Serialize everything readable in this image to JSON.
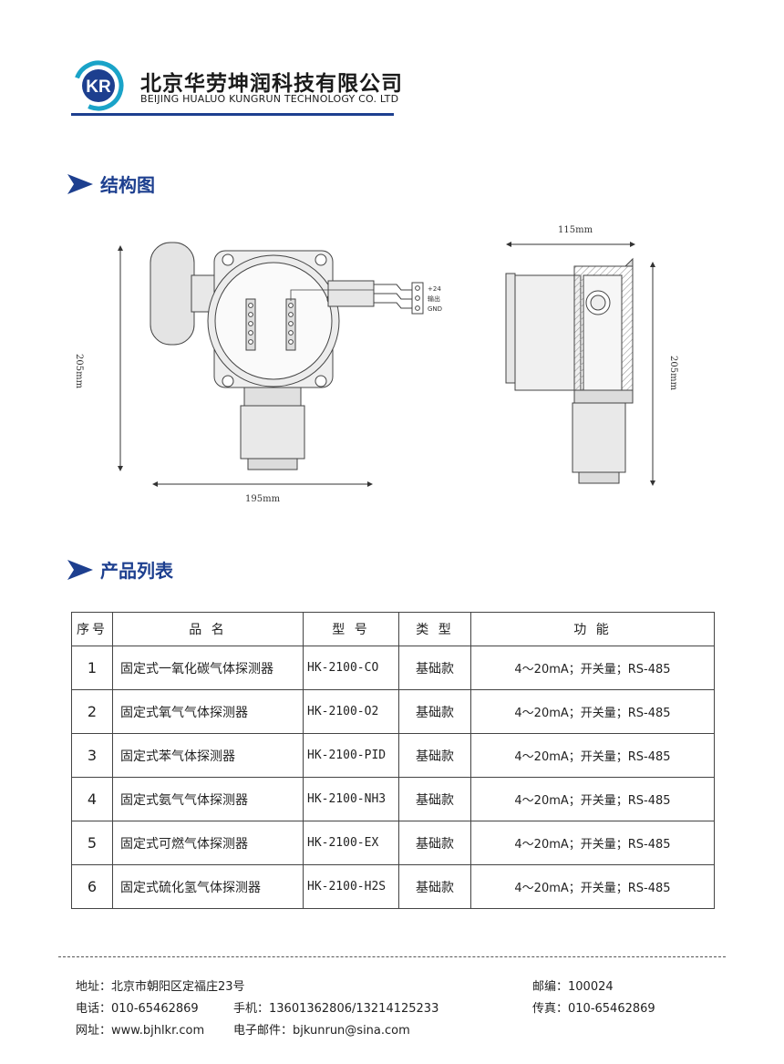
{
  "header": {
    "logo_text": "KR",
    "company_cn": "北京华劳坤润科技有限公司",
    "company_en": "BEIJING HUALUO KUNGRUN TECHNOLOGY CO. LTD"
  },
  "sections": {
    "structure_title": "结构图",
    "products_title": "产品列表"
  },
  "drawing": {
    "front_height": "205mm",
    "front_width": "195mm",
    "side_width": "115mm",
    "side_height": "205mm",
    "terminals": [
      "+24",
      "输出",
      "GND"
    ]
  },
  "table": {
    "headers": [
      "序号",
      "品 名",
      "型 号",
      "类 型",
      "功 能"
    ],
    "rows": [
      {
        "idx": "1",
        "name": "固定式一氧化碳气体探测器",
        "model": "HK-2100-CO",
        "type": "基础款",
        "func": "4～20mA；开关量；RS-485"
      },
      {
        "idx": "2",
        "name": "固定式氧气气体探测器",
        "model": "HK-2100-O2",
        "type": "基础款",
        "func": "4～20mA；开关量；RS-485"
      },
      {
        "idx": "3",
        "name": "固定式苯气体探测器",
        "model": "HK-2100-PID",
        "type": "基础款",
        "func": "4～20mA；开关量；RS-485"
      },
      {
        "idx": "4",
        "name": "固定式氨气气体探测器",
        "model": "HK-2100-NH3",
        "type": "基础款",
        "func": "4～20mA；开关量；RS-485"
      },
      {
        "idx": "5",
        "name": "固定式可燃气体探测器",
        "model": "HK-2100-EX",
        "type": "基础款",
        "func": "4～20mA；开关量；RS-485"
      },
      {
        "idx": "6",
        "name": "固定式硫化氢气体探测器",
        "model": "HK-2100-H2S",
        "type": "基础款",
        "func": "4～20mA；开关量；RS-485"
      }
    ]
  },
  "footer": {
    "address": "地址：北京市朝阳区定福庄23号",
    "postcode": "邮编：100024",
    "phone": "电话：010-65462869",
    "mobile": "手机：13601362806/13214125233",
    "fax": "传真：010-65462869",
    "website": "网址：www.bjhlkr.com",
    "email": "电子邮件：bjkunrun@sina.com"
  },
  "colors": {
    "brand_blue": "#1d3f8f",
    "logo_teal": "#1aa3c8"
  }
}
